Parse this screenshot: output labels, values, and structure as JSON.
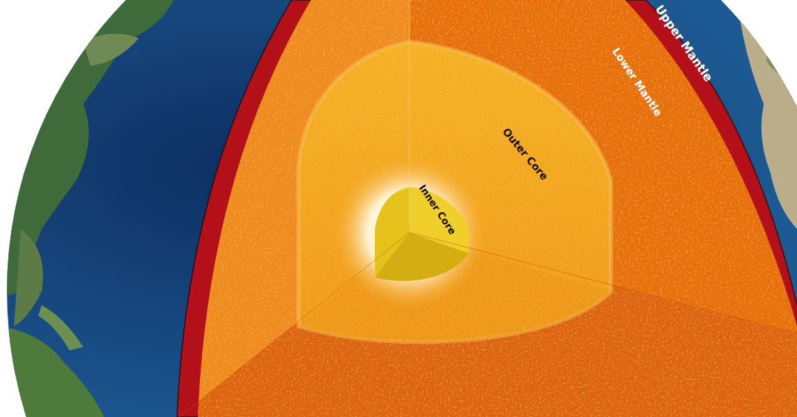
{
  "diagram": {
    "labels": [
      "Upper Mantle",
      "Lower Mantle",
      "Outer Core",
      "Inner Core"
    ]
  }
}
